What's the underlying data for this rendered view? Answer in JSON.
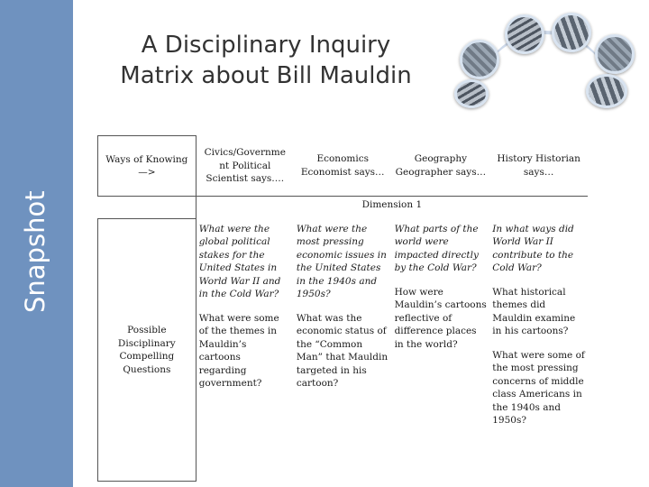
{
  "sidebar": {
    "label": "Snapshot"
  },
  "title": {
    "line1": "A Disciplinary Inquiry",
    "line2": "Matrix about Bill Mauldin"
  },
  "collage": {
    "icon": "photo-collage-icon"
  },
  "matrix": {
    "header": {
      "ways": "Ways of Knowing —>",
      "civics": "Civics/Governme nt Political Scientist says….",
      "economics": "Economics Economist says…",
      "geography": "Geography Geographer says…",
      "history": "History Historian says…"
    },
    "dimension": "Dimension 1",
    "row_label": "Possible Disciplinary Compelling Questions",
    "civics_q1": "What were the global political stakes for the United States in World War II and in the Cold War?",
    "civics_q2": "What were some of the themes in Mauldin’s cartoons regarding government?",
    "economics_q1": "What were the most pressing economic issues in the United States in the 1940s and 1950s?",
    "economics_q2": "What was the economic status of the “Common Man” that Mauldin targeted in his cartoon?",
    "geography_q1": "What parts of the world were impacted directly by the Cold War?",
    "geography_q2": "How were Mauldin’s cartoons reflective of difference places in the world?",
    "history_q1": "In what ways did World War II contribute to the Cold War?",
    "history_q2": "What historical themes did Mauldin examine in his cartoons?",
    "history_q3": "What were some of the most pressing concerns of middle class Americans in the 1940s and 1950s?"
  }
}
